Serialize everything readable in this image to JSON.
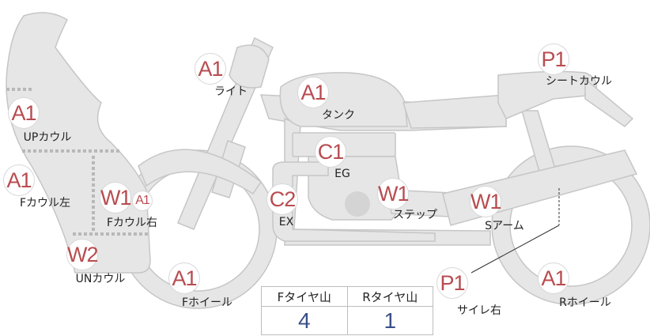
{
  "colors": {
    "part_fill": "#e6e6e6",
    "part_stroke": "#c6c6c6",
    "badge_text": "#b84c50",
    "value_text": "#3a4f8a"
  },
  "parts": [
    {
      "id": "light",
      "code": "A1",
      "label": "ライト"
    },
    {
      "id": "tank",
      "code": "A1",
      "label": "タンク"
    },
    {
      "id": "seat-cowl",
      "code": "P1",
      "label": "シートカウル"
    },
    {
      "id": "up-cowl",
      "code": "A1",
      "label": "UPカウル"
    },
    {
      "id": "engine",
      "code": "C1",
      "label": "EG"
    },
    {
      "id": "f-cowl-left",
      "code": "A1",
      "label": "Fカウル左"
    },
    {
      "id": "f-cowl-right",
      "code": "W1",
      "code2": "A1",
      "label": "Fカウル右"
    },
    {
      "id": "exhaust",
      "code": "C2",
      "label": "EX"
    },
    {
      "id": "step",
      "code": "W1",
      "label": "ステップ"
    },
    {
      "id": "swing-arm",
      "code": "W1",
      "label": "Sアーム"
    },
    {
      "id": "under-cowl",
      "code": "W2",
      "label": "UNカウル"
    },
    {
      "id": "f-wheel",
      "code": "A1",
      "label": "Fホイール"
    },
    {
      "id": "silencer-right",
      "code": "P1",
      "label": "サイレ右"
    },
    {
      "id": "r-wheel",
      "code": "A1",
      "label": "Rホイール"
    }
  ],
  "tires": {
    "headers": [
      "Fタイヤ山",
      "Rタイヤ山"
    ],
    "values": [
      "4",
      "1"
    ]
  }
}
